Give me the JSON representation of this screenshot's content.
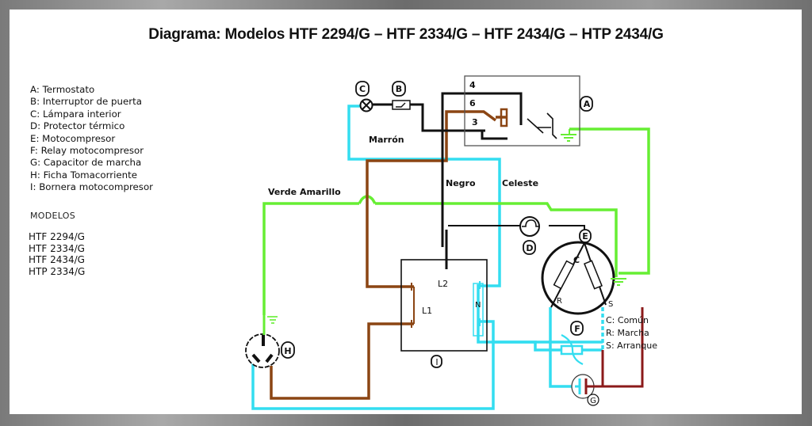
{
  "title": "Diagrama: Modelos HTF 2294/G – HTF 2334/G – HTF 2434/G – HTP 2434/G",
  "legend": [
    "A: Termostato",
    "B: Interruptor de puerta",
    "C: Lámpara interior",
    "D: Protector térmico",
    "E: Motocompresor",
    "F: Relay motocompresor",
    "G: Capacitor de marcha",
    "H: Ficha Tomacorriente",
    "I: Bornera motocompresor"
  ],
  "models": {
    "title": "MODELOS",
    "items": [
      "HTF 2294/G",
      "HTF 2334/G",
      "HTF 2434/G",
      "HTP 2334/G"
    ]
  },
  "wire_labels": {
    "brown": "Marrón",
    "black": "Negro",
    "lightblue": "Celeste",
    "green_yellow": "Verde Amarillo"
  },
  "components": {
    "A": "A",
    "B": "B",
    "C": "C",
    "D": "D",
    "E": "E",
    "F": "F",
    "G": "G",
    "H": "H",
    "I": "I"
  },
  "thermostat_terminals": [
    "4",
    "6",
    "3"
  ],
  "bornera_terminals": {
    "l1": "L1",
    "l2": "L2",
    "n": "N"
  },
  "compressor_terminals": {
    "c": "C",
    "r": "R",
    "s": "S"
  },
  "terminal_key": [
    "C: Común",
    "R: Marcha",
    "S: Arranque"
  ],
  "colors": {
    "brown": "#8b4513",
    "black": "#111111",
    "lightblue": "#33ddf0",
    "green": "#66ee33",
    "darkred": "#8b1a1a"
  }
}
